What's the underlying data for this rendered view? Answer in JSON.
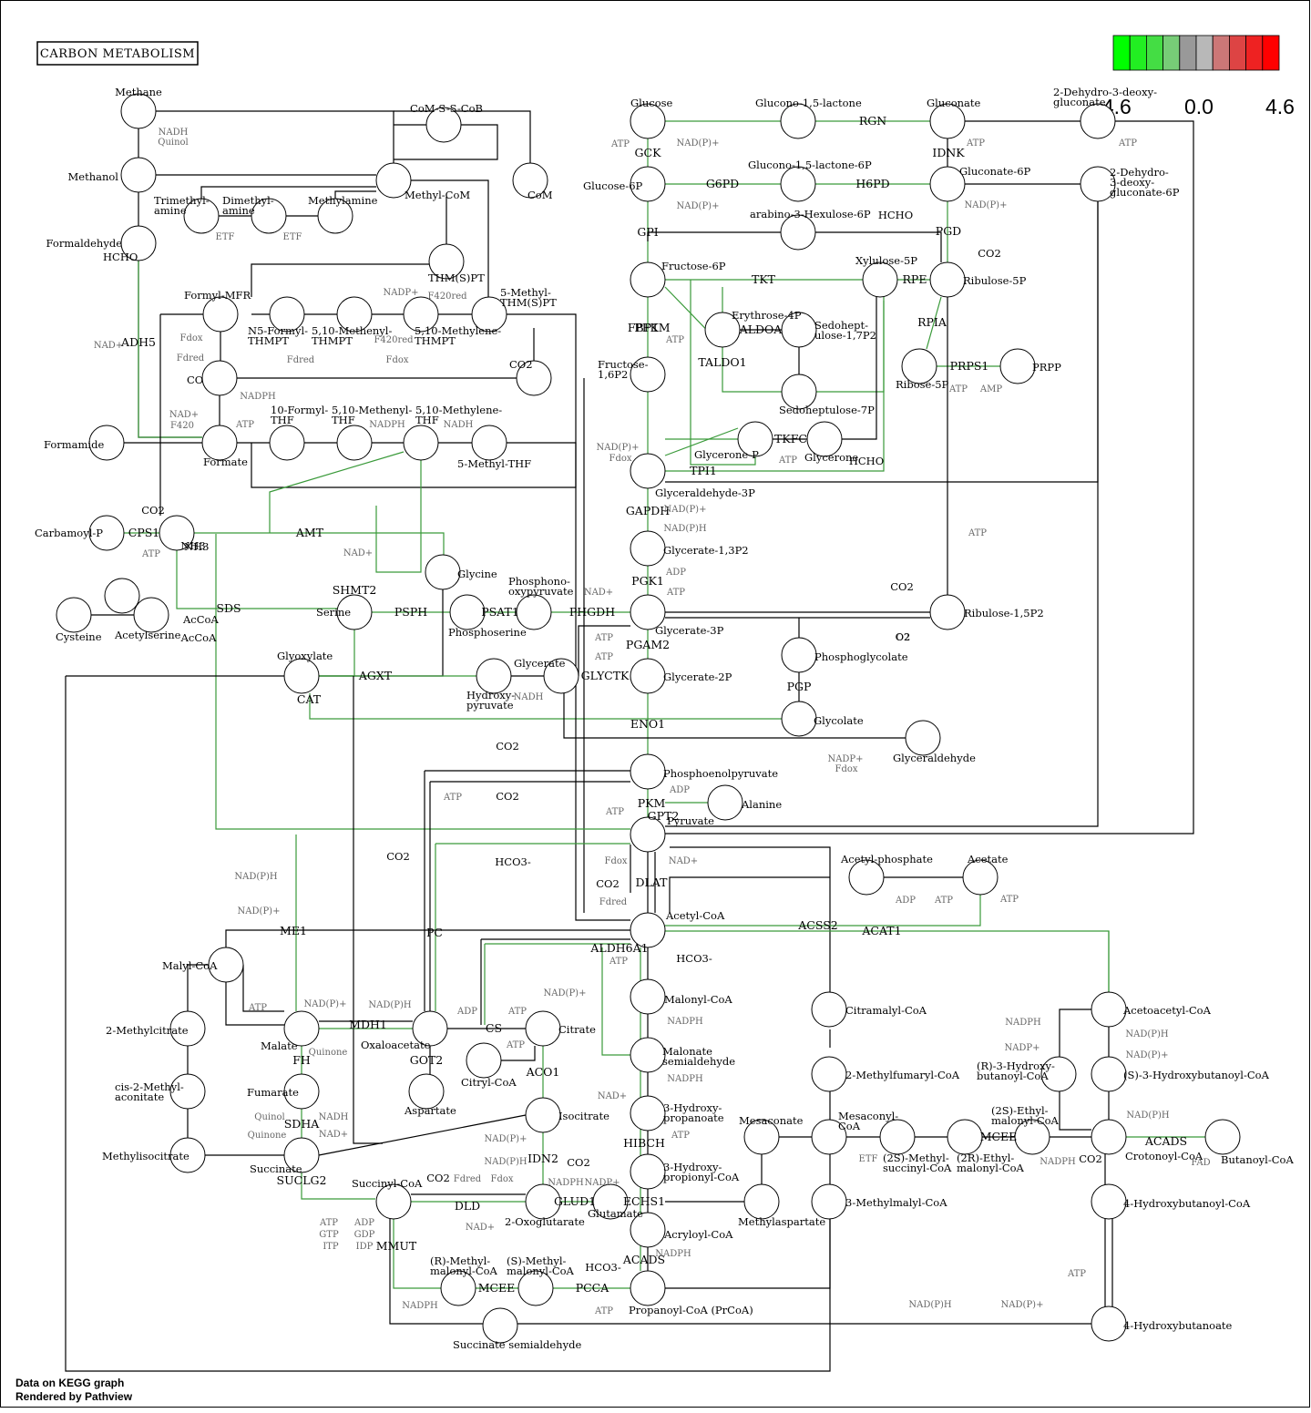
{
  "title": "CARBON METABOLISM",
  "legend": {
    "min_label": "-4.6",
    "mid_label": "0.0",
    "max_label": "4.6",
    "colors": [
      "#00ff00",
      "#22ee22",
      "#44dd44",
      "#77cc77",
      "#999999",
      "#b8b8b8",
      "#cc7777",
      "#dd4444",
      "#ee2222",
      "#ff0000"
    ]
  },
  "footer": {
    "line1": "Data on KEGG graph",
    "line2": "Rendered by Pathview"
  },
  "colors": {
    "down_regulated_edge": "#3a9a3a",
    "neutral_edge": "#000000",
    "cofactor_text": "#666666"
  },
  "compounds": [
    {
      "label": "Methane"
    },
    {
      "label": "Methanol"
    },
    {
      "label": "Formaldehyde"
    },
    {
      "label": "HCHO"
    },
    {
      "label": "CoM-S-S-CoB"
    },
    {
      "label": "CoM"
    },
    {
      "label": "Methyl-CoM"
    },
    {
      "label": "Trimethylamine"
    },
    {
      "label": "Dimethylamine"
    },
    {
      "label": "Methylamine"
    },
    {
      "label": "THM(S)PT"
    },
    {
      "label": "Formyl-MFR"
    },
    {
      "label": "N5-Formyl-THMPT"
    },
    {
      "label": "5,10-Methenyl-THMPT"
    },
    {
      "label": "5,10-Methylene-THMPT"
    },
    {
      "label": "5-Methyl-THM(S)PT"
    },
    {
      "label": "CO"
    },
    {
      "label": "CO2"
    },
    {
      "label": "Formamide"
    },
    {
      "label": "Formate"
    },
    {
      "label": "10-Formyl-THF"
    },
    {
      "label": "5,10-Methenyl-THF"
    },
    {
      "label": "5,10-Methylene-THF"
    },
    {
      "label": "5-Methyl-THF"
    },
    {
      "label": "Carbamoyl-P"
    },
    {
      "label": "NH3"
    },
    {
      "label": "Glycine"
    },
    {
      "label": "Serine"
    },
    {
      "label": "Phosphoserine"
    },
    {
      "label": "Phosphonooxypyruvate"
    },
    {
      "label": "Cysteine"
    },
    {
      "label": "Acetylserine"
    },
    {
      "label": "AcCoA"
    },
    {
      "label": "Glyoxylate"
    },
    {
      "label": "Glycerate"
    },
    {
      "label": "Hydroxypyruvate"
    },
    {
      "label": "Glucose"
    },
    {
      "label": "Glucono-1,5-lactone"
    },
    {
      "label": "Gluconate"
    },
    {
      "label": "2-Dehydro-3-deoxy-gluconate"
    },
    {
      "label": "Glucose-6P"
    },
    {
      "label": "Glucono-1,5-lactone-6P"
    },
    {
      "label": "Gluconate-6P"
    },
    {
      "label": "2-Dehydro-3-deoxy-gluconate-6P"
    },
    {
      "label": "arabino-3-Hexulose-6P"
    },
    {
      "label": "Fructose-6P"
    },
    {
      "label": "Xylulose-5P"
    },
    {
      "label": "Ribulose-5P"
    },
    {
      "label": "Erythrose-4P"
    },
    {
      "label": "Sedoheptulose-1,7P2"
    },
    {
      "label": "Fructose-1,6P2"
    },
    {
      "label": "Sedoheptulose-7P"
    },
    {
      "label": "Ribose-5P"
    },
    {
      "label": "PRPP"
    },
    {
      "label": "Glycerone-P"
    },
    {
      "label": "Glycerone"
    },
    {
      "label": "Glyceraldehyde-3P"
    },
    {
      "label": "Glycerate-1,3P2"
    },
    {
      "label": "Glycerate-3P"
    },
    {
      "label": "Ribulose-1,5P2"
    },
    {
      "label": "Phosphoglycolate"
    },
    {
      "label": "Glycerate-2P"
    },
    {
      "label": "Glycolate"
    },
    {
      "label": "Glyceraldehyde"
    },
    {
      "label": "Phosphoenolpyruvate"
    },
    {
      "label": "Alanine"
    },
    {
      "label": "Pyruvate"
    },
    {
      "label": "Acetyl-phosphate"
    },
    {
      "label": "Acetate"
    },
    {
      "label": "Acetyl-CoA"
    },
    {
      "label": "Malonyl-CoA"
    },
    {
      "label": "Malonate semialdehyde"
    },
    {
      "label": "3-Hydroxypropanoate"
    },
    {
      "label": "3-Hydroxypropionyl-CoA"
    },
    {
      "label": "Acryloyl-CoA"
    },
    {
      "label": "Propanoyl-CoA (PrCoA)"
    },
    {
      "label": "Malyl-CoA"
    },
    {
      "label": "2-Methylcitrate"
    },
    {
      "label": "cis-2-Methylaconitate"
    },
    {
      "label": "Methylisocitrate"
    },
    {
      "label": "Malate"
    },
    {
      "label": "Fumarate"
    },
    {
      "label": "Succinate"
    },
    {
      "label": "Oxaloacetate"
    },
    {
      "label": "Aspartate"
    },
    {
      "label": "Citryl-CoA"
    },
    {
      "label": "Citrate"
    },
    {
      "label": "Isocitrate"
    },
    {
      "label": "Succinyl-CoA"
    },
    {
      "label": "2-Oxoglutarate"
    },
    {
      "label": "Glutamate"
    },
    {
      "label": "(R)-Methylmalonyl-CoA"
    },
    {
      "label": "(S)-Methylmalonyl-CoA"
    },
    {
      "label": "Succinate semialdehyde"
    },
    {
      "label": "Citramalyl-CoA"
    },
    {
      "label": "2-Methylfumaryl-CoA"
    },
    {
      "label": "Mesaconate"
    },
    {
      "label": "Mesaconyl-CoA"
    },
    {
      "label": "Methylaspartate"
    },
    {
      "label": "3-Methylmalyl-CoA"
    },
    {
      "label": "(2S)-Methylsuccinyl-CoA"
    },
    {
      "label": "(2R)-Ethylmalonyl-CoA"
    },
    {
      "label": "(2S)-Ethylmalonyl-CoA"
    },
    {
      "label": "Crotonoyl-CoA"
    },
    {
      "label": "Butanoyl-CoA"
    },
    {
      "label": "(R)-3-Hydroxybutanoyl-CoA"
    },
    {
      "label": "(S)-3-Hydroxybutanoyl-CoA"
    },
    {
      "label": "Acetoacetyl-CoA"
    },
    {
      "label": "4-Hydroxybutanoyl-CoA"
    },
    {
      "label": "4-Hydroxybutanoate"
    }
  ],
  "enzymes": [
    "ADH5",
    "CPS1",
    "AMT",
    "SHMT2",
    "SDS",
    "PSPH",
    "PSAT1",
    "PHGDH",
    "AGXT",
    "CAT",
    "GLYCTK",
    "GCK",
    "RGN",
    "IDNK",
    "G6PD",
    "H6PD",
    "PGD",
    "GPI",
    "TKT",
    "RPE",
    "FBP1",
    "PFKM",
    "ALDOA",
    "TALDO1",
    "RPIA",
    "PRPS1",
    "TKFC",
    "TPI1",
    "GAPDH",
    "PGK1",
    "PGAM2",
    "PGP",
    "ENO1",
    "PKM",
    "GPT2",
    "DLAT",
    "ACSS2",
    "ACAT1",
    "ALDH6A1",
    "ME1",
    "PC",
    "MDH1",
    "CS",
    "FH",
    "GOT2",
    "ACO1",
    "SDHA",
    "SUCLG2",
    "IDH2",
    "DLD",
    "GLUD1",
    "HIBCH",
    "ECHS1",
    "ACADS",
    "MMUT",
    "MCEE",
    "PCCA"
  ],
  "cofactors": [
    "NADH",
    "Quinol",
    "ETF",
    "NADP+",
    "F420red",
    "Fdox",
    "Fdred",
    "NADPH",
    "NAD+",
    "F420",
    "ATP",
    "NAD(P)+",
    "NAD(P)H",
    "ADP",
    "O2",
    "AMP",
    "HCO3-",
    "GTP",
    "ITP",
    "GDP",
    "IDP",
    "FAD",
    "Quinone"
  ]
}
